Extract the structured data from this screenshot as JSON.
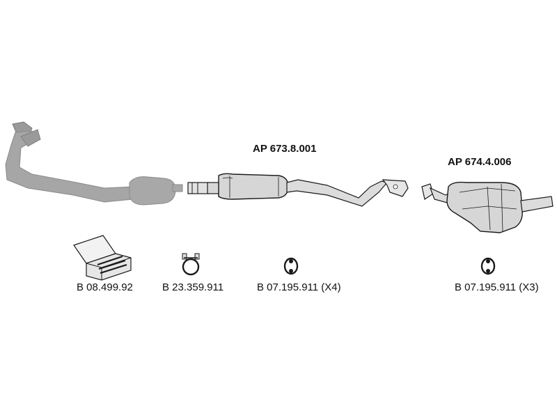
{
  "assemblies": {
    "center_silencer": {
      "code": "AP 673.8.001"
    },
    "rear_silencer": {
      "code": "AP 674.4.006"
    }
  },
  "accessories": {
    "mounting_kit": {
      "code": "B 08.499.92"
    },
    "clamp": {
      "code": "B 23.359.911"
    },
    "rubber_ring_front": {
      "code": "B 07.195.911 (X4)"
    },
    "rubber_ring_rear": {
      "code": "B 07.195.911 (X3)"
    }
  },
  "colors": {
    "catalyst_fill": "#a8a8a8",
    "part_fill": "#d8d8d8",
    "outline": "#1a1a1a"
  }
}
